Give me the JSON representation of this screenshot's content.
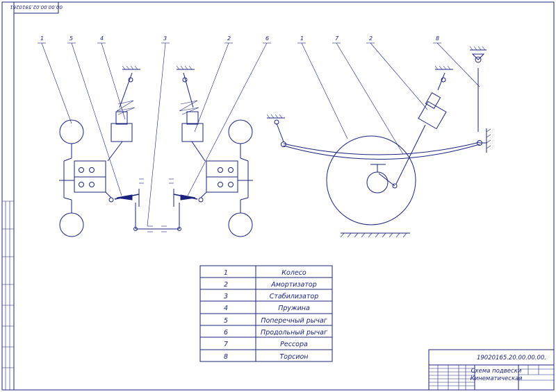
{
  "drawing": {
    "rotated_code": "00.00.00.02.5910261",
    "part_labels_left": [
      "1",
      "5",
      "4",
      "3",
      "2",
      "6"
    ],
    "part_labels_right": [
      "1",
      "7",
      "2",
      "8"
    ]
  },
  "legend": {
    "rows": [
      {
        "num": "1",
        "name": "Колесо"
      },
      {
        "num": "2",
        "name": "Амортизатор"
      },
      {
        "num": "3",
        "name": "Стабилизатор"
      },
      {
        "num": "4",
        "name": "Пружина"
      },
      {
        "num": "5",
        "name": "Поперечный рычаг"
      },
      {
        "num": "6",
        "name": "Продольный рычаг"
      },
      {
        "num": "7",
        "name": "Рессора"
      },
      {
        "num": "8",
        "name": "Торсион"
      }
    ]
  },
  "title_block": {
    "doc_number": "19020165.20.00.00.00.",
    "title_line1": "Схема подвески",
    "title_line2": "Кинематическая"
  },
  "colors": {
    "ink": "#1a237e",
    "paper": "#ffffff"
  }
}
